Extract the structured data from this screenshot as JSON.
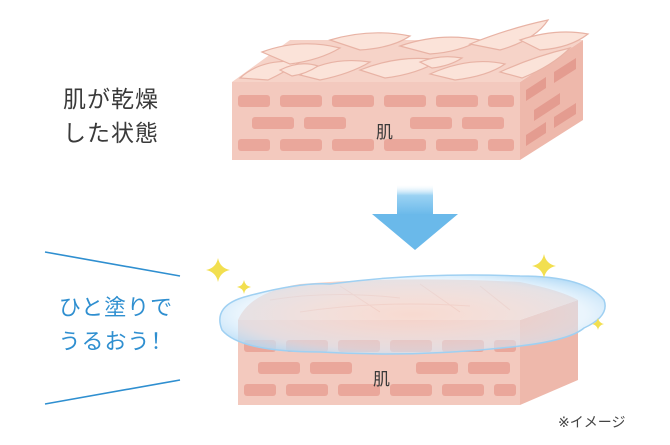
{
  "dry_state": {
    "caption": "肌が乾燥\nした状態",
    "skin_label": "肌"
  },
  "moist_state": {
    "caption": "ひと塗りで\nうるおう！",
    "skin_label": "肌"
  },
  "note": "※イメージ",
  "colors": {
    "skin": "#f3c9be",
    "brick": "#eaa79b",
    "flake": "#fbe3d9",
    "film": "#cfe6f8",
    "arrow": "#7ec4ee",
    "accent_line": "#2f8fd0",
    "sparkle": "#f2df4f"
  }
}
